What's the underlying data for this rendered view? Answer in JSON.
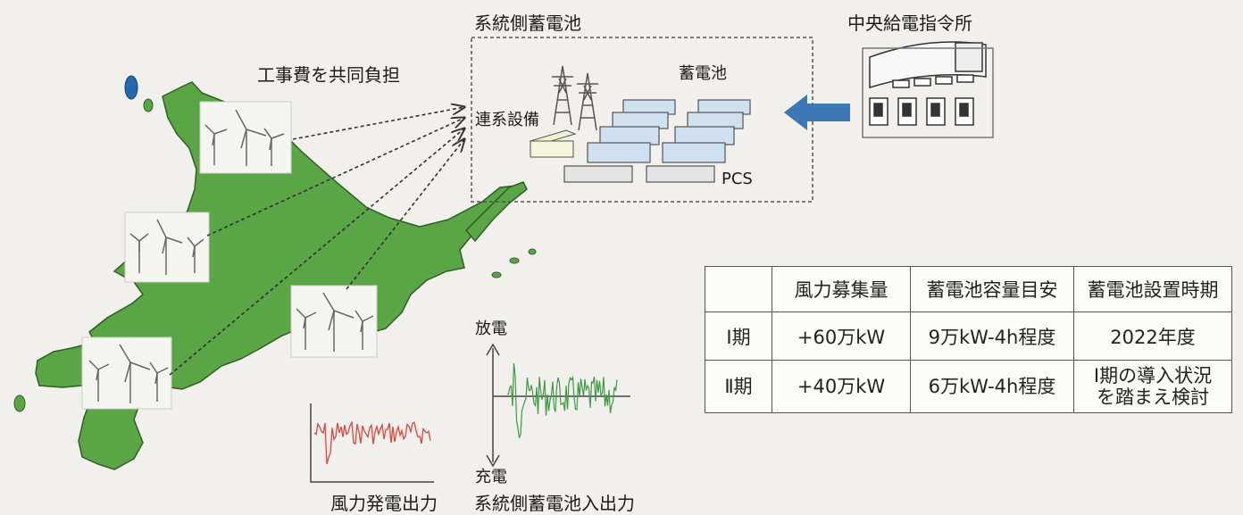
{
  "labels": {
    "battery_system_title": "系統側蓄電池",
    "control_center": "中央給電指令所",
    "cost_sharing": "工事費を共同負担",
    "battery": "蓄電池",
    "interconnection": "連系設備",
    "pcs": "PCS",
    "discharge": "放電",
    "charge": "充電",
    "wind_output": "風力発電出力",
    "battery_io": "系統側蓄電池入出力"
  },
  "table": {
    "headers": [
      "",
      "風力募集量",
      "蓄電池容量目安",
      "蓄電池設置時期"
    ],
    "rows": [
      {
        "phase": "Ⅰ期",
        "wind": "+60万kW",
        "capacity": "9万kW-4h程度",
        "timing": "2022年度"
      },
      {
        "phase": "Ⅱ期",
        "wind": "+40万kW",
        "capacity": "6万kW-4h程度",
        "timing_l1": "Ⅰ期の導入状況",
        "timing_l2": "を踏まえ検討"
      }
    ]
  },
  "colors": {
    "land": "#5aa646",
    "arrow_blue": "#3e77b6",
    "wind_signal": "#e0453a",
    "battery_signal": "#3f9a43",
    "battery_block": "#cfe0f0"
  }
}
